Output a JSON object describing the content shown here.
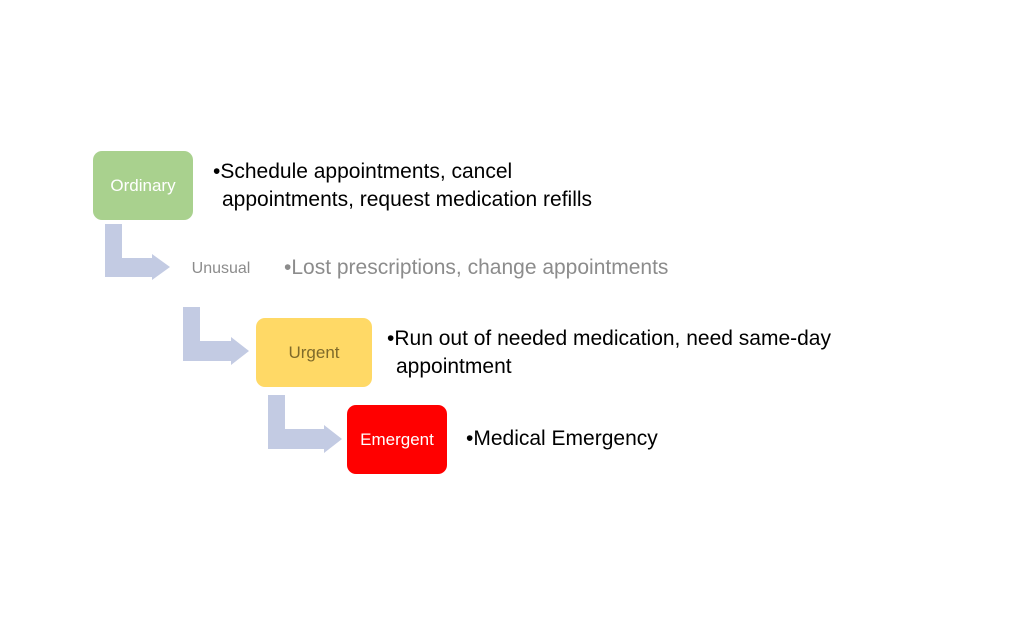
{
  "levels": [
    {
      "label": "Ordinary",
      "description_lines": [
        "•Schedule appointments, cancel",
        "appointments, request medication refills"
      ],
      "color": "#a9d18e"
    },
    {
      "label": "Unusual",
      "description_lines": [
        "•Lost prescriptions, change appointments"
      ],
      "color": "#ffffff"
    },
    {
      "label": "Urgent",
      "description_lines": [
        "•Run out of needed medication, need same-day",
        "appointment"
      ],
      "color": "#ffd966"
    },
    {
      "label": "Emergent",
      "description_lines": [
        "•Medical Emergency"
      ],
      "color": "#ff0000"
    }
  ],
  "arrow_color": "#c3cbe3"
}
